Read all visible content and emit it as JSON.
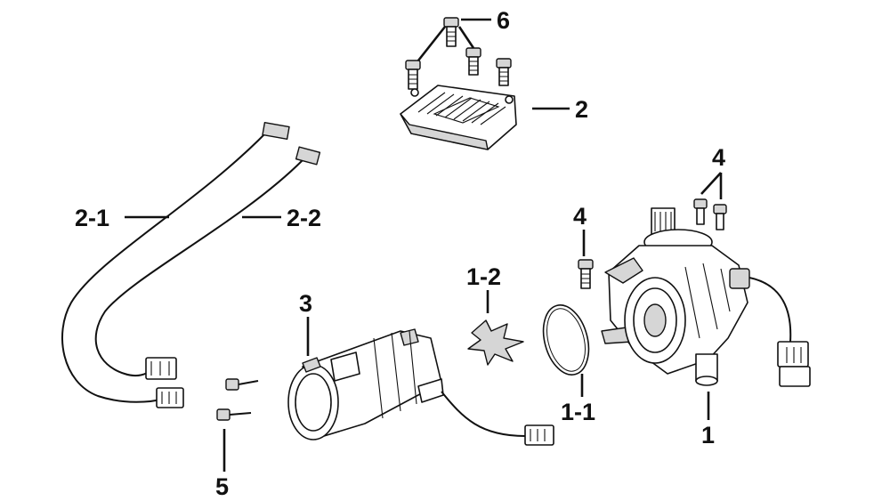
{
  "labels": {
    "l_6": "6",
    "l_2": "2",
    "l_4a": "4",
    "l_4b": "4",
    "l_2_1": "2-1",
    "l_2_2": "2-2",
    "l_1_2": "1-2",
    "l_3": "3",
    "l_1_1": "1-1",
    "l_1": "1",
    "l_5": "5"
  }
}
